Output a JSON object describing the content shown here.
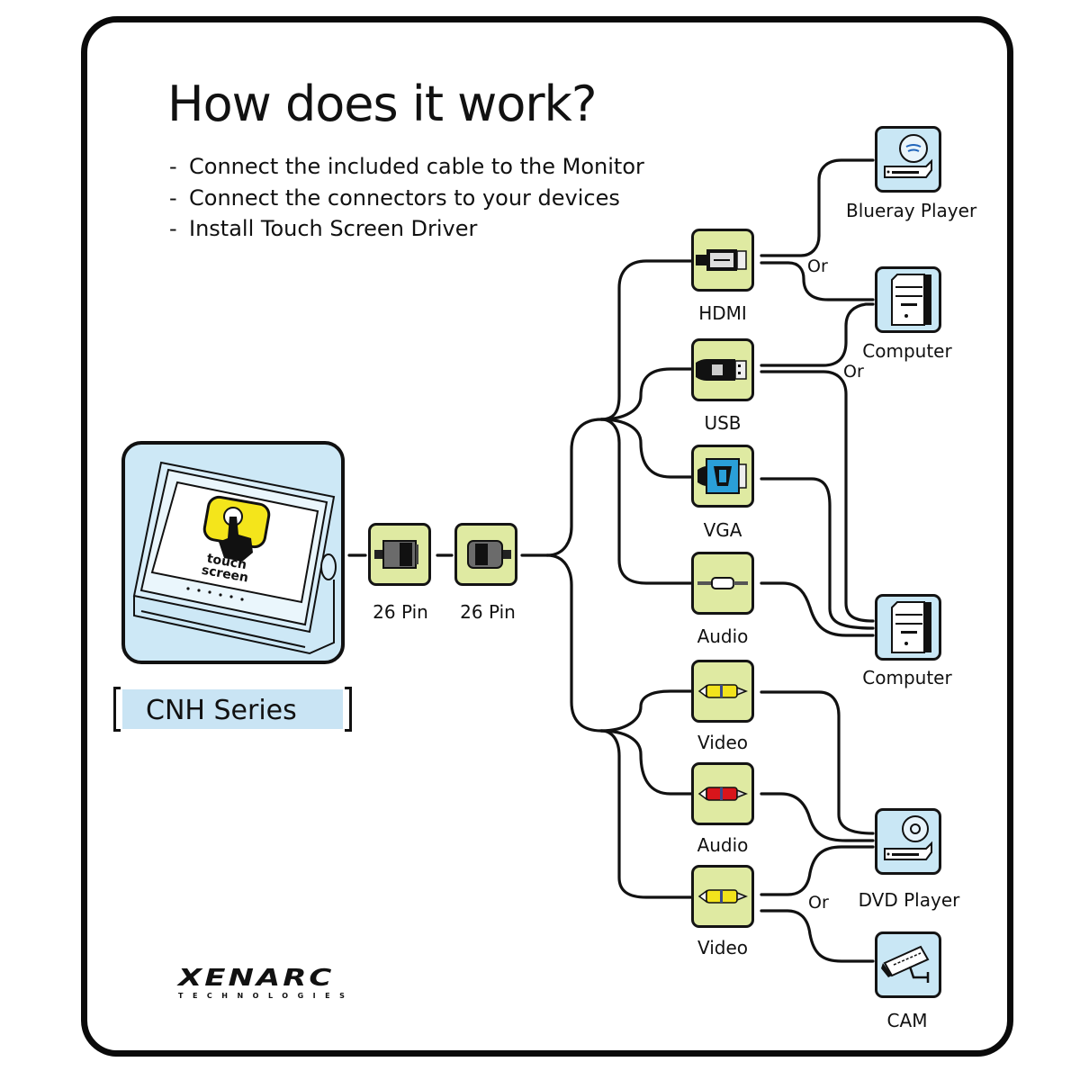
{
  "title": "How does it work?",
  "steps": [
    "Connect the included cable to the Monitor",
    "Connect the connectors to your devices",
    "Install Touch Screen Driver"
  ],
  "monitor": {
    "screen_text_line1": "touch",
    "screen_text_line2": "screen",
    "series_label": "CNH Series"
  },
  "pin_connectors": [
    {
      "label": "26 Pin",
      "icon": "26-pin-male-connector-icon"
    },
    {
      "label": "26 Pin",
      "icon": "26-pin-female-connector-icon"
    }
  ],
  "connectors": [
    {
      "id": "hdmi",
      "label": "HDMI",
      "icon": "hdmi-connector-icon"
    },
    {
      "id": "usb",
      "label": "USB",
      "icon": "usb-connector-icon"
    },
    {
      "id": "vga",
      "label": "VGA",
      "icon": "vga-connector-icon"
    },
    {
      "id": "audio-pc",
      "label": "Audio",
      "icon": "audio-jack-icon"
    },
    {
      "id": "video-1",
      "label": "Video",
      "icon": "rca-yellow-icon"
    },
    {
      "id": "audio-rca",
      "label": "Audio",
      "icon": "rca-red-icon"
    },
    {
      "id": "video-2",
      "label": "Video",
      "icon": "rca-yellow-icon"
    }
  ],
  "devices": [
    {
      "id": "blueray",
      "label": "Blueray Player",
      "icon": "bluray-player-icon"
    },
    {
      "id": "computer-1",
      "label": "Computer",
      "icon": "computer-tower-icon"
    },
    {
      "id": "computer-2",
      "label": "Computer",
      "icon": "computer-tower-icon"
    },
    {
      "id": "dvd",
      "label": "DVD Player",
      "icon": "dvd-player-icon"
    },
    {
      "id": "cam",
      "label": "CAM",
      "icon": "security-camera-icon"
    }
  ],
  "or_labels": [
    "Or",
    "Or",
    "Or"
  ],
  "logo": {
    "main": "XENARC",
    "sub": "TECHNOLOGIES"
  },
  "colors": {
    "connector_fill": "#dfeaa2",
    "device_fill": "#c9e7f5",
    "outline": "#111111",
    "rca_yellow": "#f2e31c",
    "rca_red": "#d8151b",
    "vga_blue": "#2a9fd8",
    "touch_yellow": "#f4e51b"
  }
}
